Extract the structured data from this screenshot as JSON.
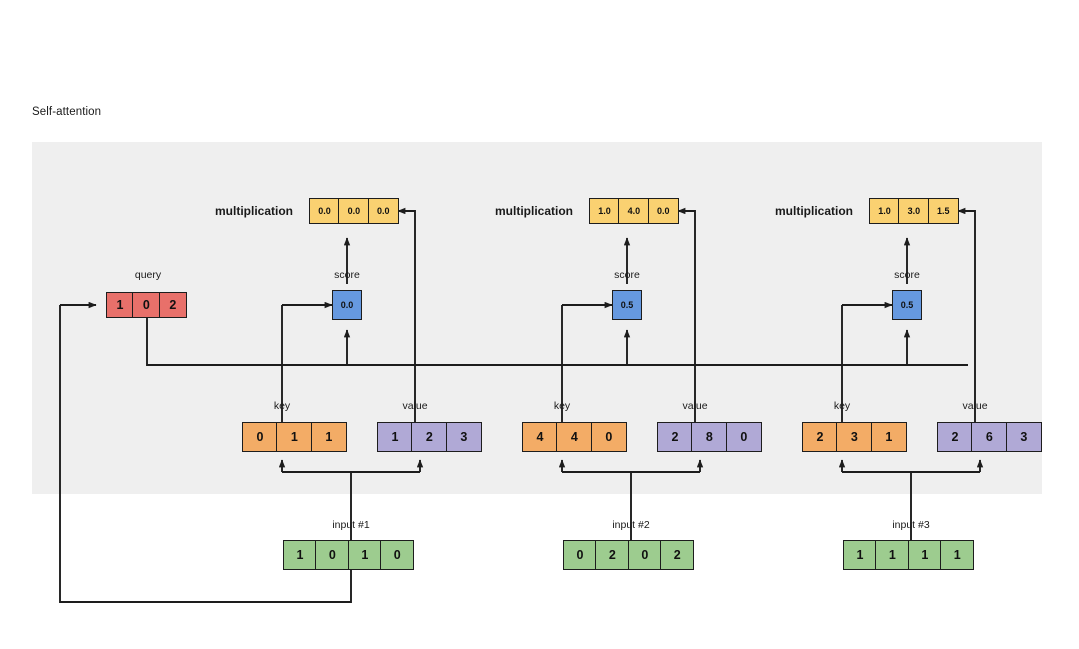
{
  "diagram": {
    "title": "Self-attention",
    "labels": {
      "query": "query",
      "key": "key",
      "value": "value",
      "score": "score",
      "multiplication": "multiplication"
    },
    "query": {
      "label": "query",
      "values": [
        "1",
        "0",
        "2"
      ],
      "color": "#e8706a"
    },
    "colors": {
      "panel": "#efefef",
      "input": "#9dcc8f",
      "key": "#f3ac66",
      "value": "#b0a9d6",
      "query": "#e8706a",
      "score": "#6699e0",
      "multiplication": "#fad171",
      "stroke": "#1d1d1d"
    },
    "columns": [
      {
        "input_label": "input #1",
        "input": [
          "1",
          "0",
          "1",
          "0"
        ],
        "key_label": "key",
        "key": [
          "0",
          "1",
          "1"
        ],
        "value_label": "value",
        "value": [
          "1",
          "2",
          "3"
        ],
        "score_label": "score",
        "score": "0.0",
        "multiplication_label": "multiplication",
        "multiplication": [
          "0.0",
          "0.0",
          "0.0"
        ]
      },
      {
        "input_label": "input #2",
        "input": [
          "0",
          "2",
          "0",
          "2"
        ],
        "key_label": "key",
        "key": [
          "4",
          "4",
          "0"
        ],
        "value_label": "value",
        "value": [
          "2",
          "8",
          "0"
        ],
        "score_label": "score",
        "score": "0.5",
        "multiplication_label": "multiplication",
        "multiplication": [
          "1.0",
          "4.0",
          "0.0"
        ]
      },
      {
        "input_label": "input #3",
        "input": [
          "1",
          "1",
          "1",
          "1"
        ],
        "key_label": "key",
        "key": [
          "2",
          "3",
          "1"
        ],
        "value_label": "value",
        "value": [
          "2",
          "6",
          "3"
        ],
        "score_label": "score",
        "score": "0.5",
        "multiplication_label": "multiplication",
        "multiplication": [
          "1.0",
          "3.0",
          "1.5"
        ]
      }
    ]
  }
}
